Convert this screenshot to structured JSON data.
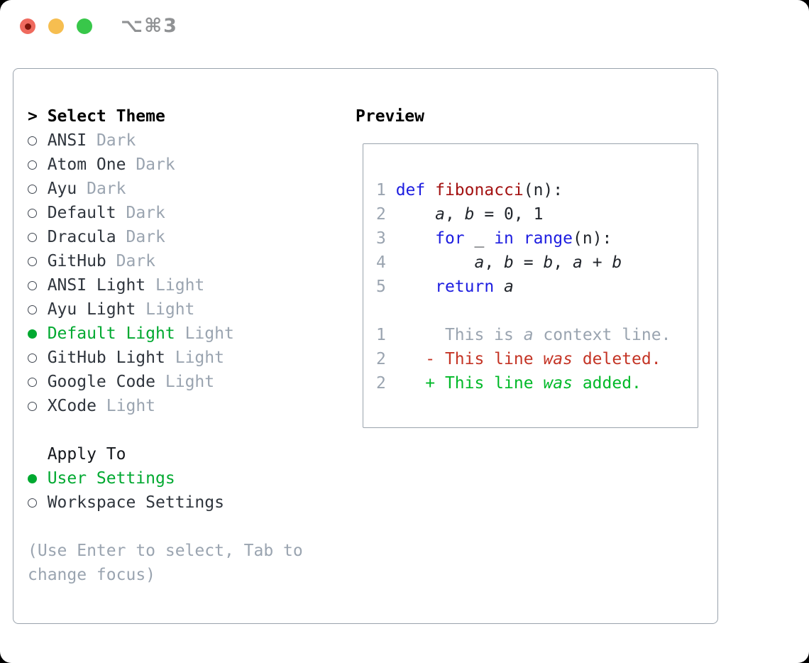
{
  "window": {
    "title": "⌥⌘3",
    "traffic_lights": [
      "close",
      "minimize",
      "zoom"
    ]
  },
  "colors": {
    "accent_green": "#00a930",
    "add_green": "#00b928",
    "del_red": "#c43425",
    "kw_blue": "#1d1de0",
    "fn_red": "#a31111",
    "code_plain": "#21252b",
    "muted": "#9aa4b0",
    "item_dark": "#2f353d",
    "border_gray": "#9aa3ad",
    "title_gray": "#909294"
  },
  "theme_panel": {
    "select_cursor": ">",
    "select_label": "Select Theme",
    "themes": [
      {
        "name": "ANSI",
        "tag": "Dark",
        "selected": false
      },
      {
        "name": "Atom One",
        "tag": "Dark",
        "selected": false
      },
      {
        "name": "Ayu",
        "tag": "Dark",
        "selected": false
      },
      {
        "name": "Default",
        "tag": "Dark",
        "selected": false
      },
      {
        "name": "Dracula",
        "tag": "Dark",
        "selected": false
      },
      {
        "name": "GitHub",
        "tag": "Dark",
        "selected": false
      },
      {
        "name": "ANSI Light",
        "tag": "Light",
        "selected": false
      },
      {
        "name": "Ayu Light",
        "tag": "Light",
        "selected": false
      },
      {
        "name": "Default Light",
        "tag": "Light",
        "selected": true
      },
      {
        "name": "GitHub Light",
        "tag": "Light",
        "selected": false
      },
      {
        "name": "Google Code",
        "tag": "Light",
        "selected": false
      },
      {
        "name": "XCode",
        "tag": "Light",
        "selected": false
      }
    ],
    "apply_label": "Apply To",
    "apply_options": [
      {
        "name": "User Settings",
        "selected": true
      },
      {
        "name": "Workspace Settings",
        "selected": false
      }
    ],
    "hint": "(Use Enter to select, Tab to change focus)"
  },
  "preview": {
    "header": "Preview",
    "code_lines": [
      {
        "num": "1",
        "segments": [
          {
            "t": "def",
            "c": "kw"
          },
          {
            "t": " ",
            "c": "pl"
          },
          {
            "t": "fibonacci",
            "c": "fn"
          },
          {
            "t": "(n):",
            "c": "pl"
          }
        ]
      },
      {
        "num": "2",
        "segments": [
          {
            "t": "    ",
            "c": "pl"
          },
          {
            "t": "a",
            "c": "v"
          },
          {
            "t": ", ",
            "c": "pl"
          },
          {
            "t": "b",
            "c": "v"
          },
          {
            "t": " = 0, 1",
            "c": "pl"
          }
        ]
      },
      {
        "num": "3",
        "segments": [
          {
            "t": "    ",
            "c": "pl"
          },
          {
            "t": "for",
            "c": "kw"
          },
          {
            "t": " _ ",
            "c": "pl"
          },
          {
            "t": "in",
            "c": "kw"
          },
          {
            "t": " ",
            "c": "pl"
          },
          {
            "t": "range",
            "c": "kw"
          },
          {
            "t": "(n):",
            "c": "pl"
          }
        ]
      },
      {
        "num": "4",
        "segments": [
          {
            "t": "        ",
            "c": "pl"
          },
          {
            "t": "a",
            "c": "v"
          },
          {
            "t": ", ",
            "c": "pl"
          },
          {
            "t": "b",
            "c": "v"
          },
          {
            "t": " = ",
            "c": "pl"
          },
          {
            "t": "b",
            "c": "v"
          },
          {
            "t": ", ",
            "c": "pl"
          },
          {
            "t": "a",
            "c": "v"
          },
          {
            "t": " + ",
            "c": "pl"
          },
          {
            "t": "b",
            "c": "v"
          }
        ]
      },
      {
        "num": "5",
        "segments": [
          {
            "t": "    ",
            "c": "pl"
          },
          {
            "t": "return",
            "c": "kw"
          },
          {
            "t": " ",
            "c": "pl"
          },
          {
            "t": "a",
            "c": "v"
          }
        ]
      }
    ],
    "diff_lines": [
      {
        "num": "1",
        "segments": [
          {
            "t": "     This is ",
            "c": "ctx"
          },
          {
            "t": "a",
            "c": "ctx i"
          },
          {
            "t": " context line.",
            "c": "ctx"
          }
        ]
      },
      {
        "num": "2",
        "segments": [
          {
            "t": "   - This line ",
            "c": "del"
          },
          {
            "t": "was",
            "c": "del i"
          },
          {
            "t": " deleted.",
            "c": "del"
          }
        ]
      },
      {
        "num": "2",
        "segments": [
          {
            "t": "   + This line ",
            "c": "add"
          },
          {
            "t": "was",
            "c": "add i"
          },
          {
            "t": " added.",
            "c": "add"
          }
        ]
      }
    ]
  }
}
